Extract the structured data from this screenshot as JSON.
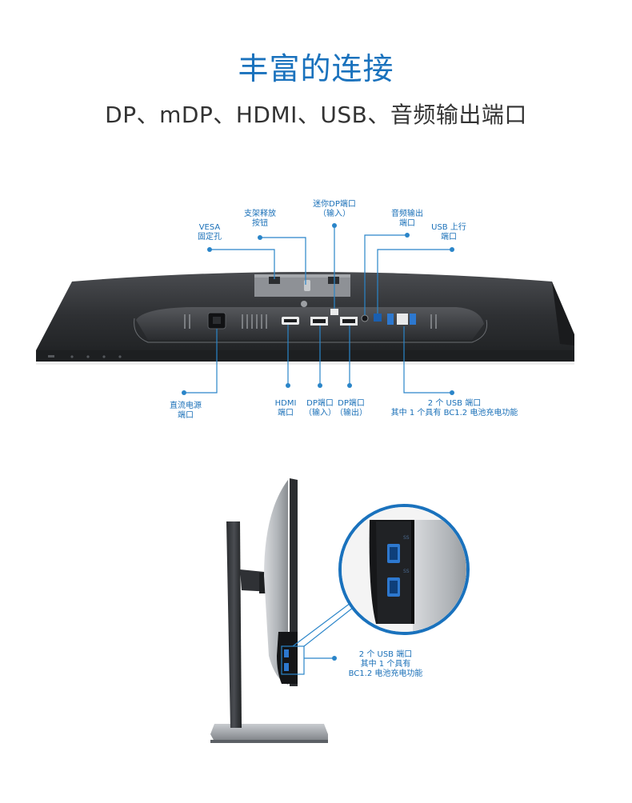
{
  "header": {
    "title": "丰富的连接",
    "subtitle": "DP、mDP、HDMI、USB、音频输出端口"
  },
  "rear_view": {
    "labels": {
      "vesa": [
        "VESA",
        "固定孔"
      ],
      "stand_release": [
        "支架释放",
        "按钮"
      ],
      "mini_dp": [
        "迷你DP端口",
        "（输入）"
      ],
      "audio_out": [
        "音频输出",
        "端口"
      ],
      "usb_upstream": [
        "USB 上行",
        "端口"
      ],
      "dc_power": [
        "直流电源",
        "端口"
      ],
      "hdmi": [
        "HDMI",
        "端口"
      ],
      "dp_in": [
        "DP端口",
        "（输入）"
      ],
      "dp_out": [
        "DP端口",
        "（输出）"
      ],
      "usb_downstream": [
        "2 个 USB 端口",
        "其中 1 个具有 BC1.2 电池充电功能"
      ]
    }
  },
  "side_view": {
    "labels": {
      "side_usb": [
        "2 个 USB 端口",
        "其中 1 个具有",
        "BC1.2 电池充电功能"
      ]
    },
    "port_marks": [
      "SS",
      "SS"
    ]
  },
  "colors": {
    "accent": "#1a72bd",
    "callout_line": "#2a85c9",
    "monitor_body": "#3a3c40",
    "stand_silver": "#b8bcc0"
  }
}
